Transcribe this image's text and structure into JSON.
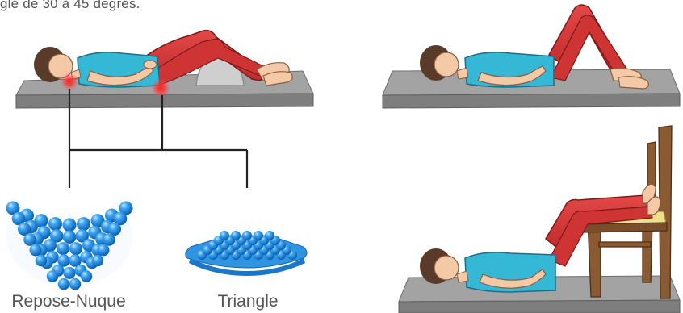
{
  "top_text": "gle de 30 à 45 degrés.",
  "labels": {
    "neck_pillow": "Repose-Nuque",
    "triangle": "Triangle"
  },
  "colors": {
    "text": "#555555",
    "mat_top": "#9a9a9a",
    "mat_side": "#7c7c7c",
    "shirt": "#35b8d6",
    "pants": "#d63a3a",
    "skin": "#f3c9a6",
    "hair": "#5a3b2a",
    "cushion": "#c9c9c9",
    "pillow_blue": "#2f9be6",
    "chair": "#8a5a32",
    "chair_seat": "#efe08a",
    "pressure_glow": "#ff2a2a",
    "connector": "#222222"
  },
  "icons": [
    "pressure-point-icon",
    "neck-pillow-icon",
    "triangle-pillow-icon",
    "wooden-chair-icon"
  ]
}
